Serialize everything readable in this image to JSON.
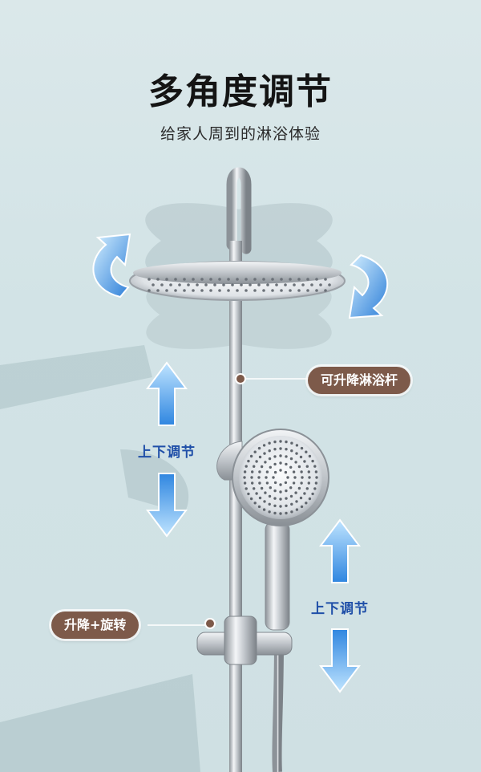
{
  "headline": "多角度调节",
  "subline": "给家人周到的淋浴体验",
  "callouts": {
    "rod": "可升降淋浴杆",
    "holder": "升降+旋转"
  },
  "adjust_labels": {
    "left": "上下调节",
    "right": "上下调节"
  },
  "colors": {
    "background": "#d2e3e6",
    "callout_fill": "#7d5a4a",
    "label_blue": "#1f4fa8",
    "arrow_blue": "#4a9ee8",
    "chrome": "#b9bec3"
  }
}
